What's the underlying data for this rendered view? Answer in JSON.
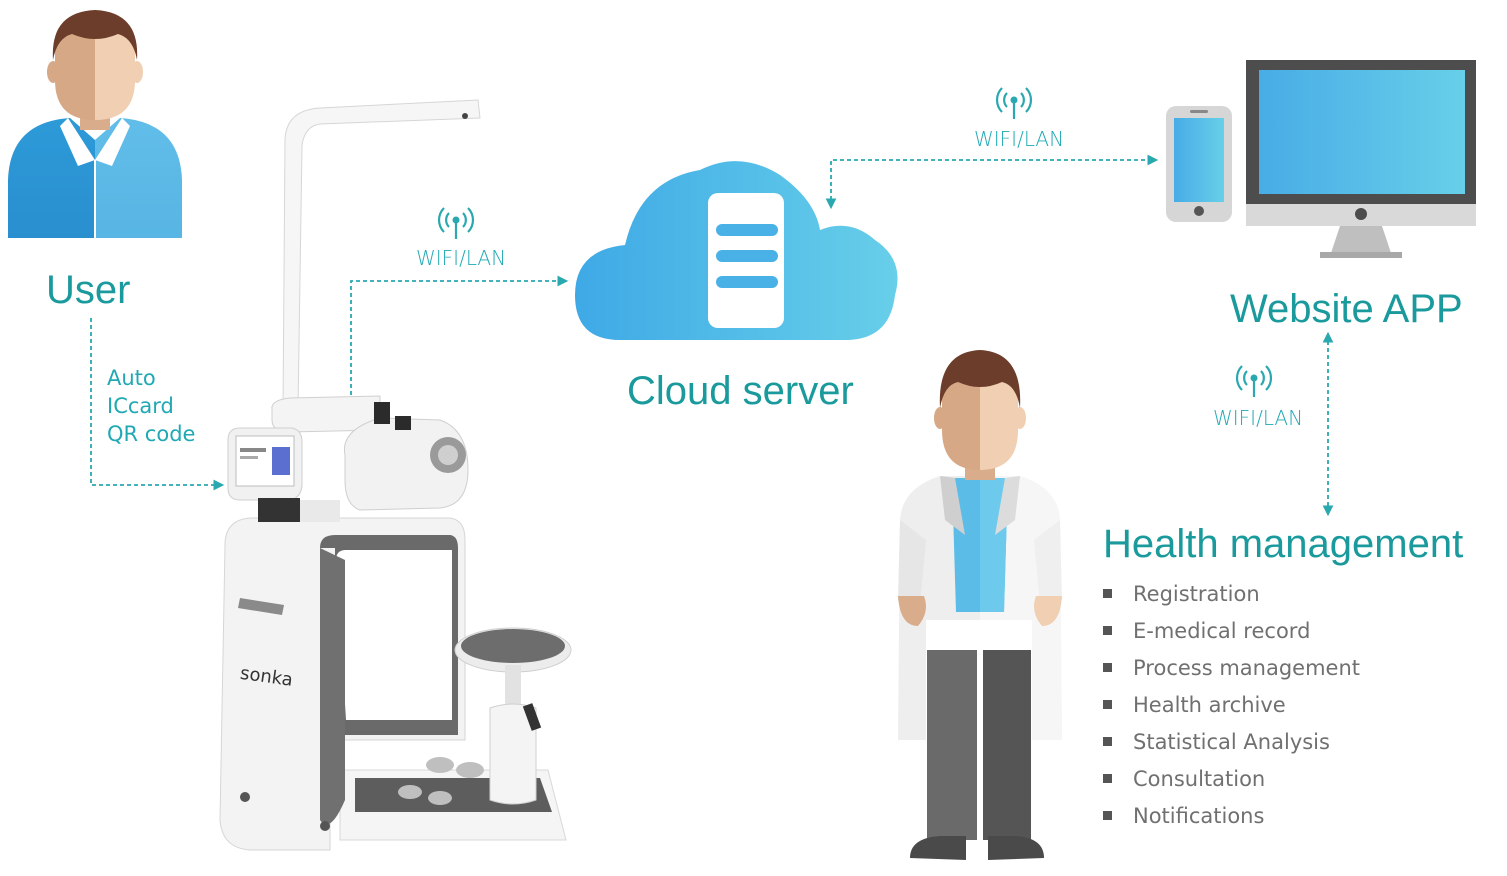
{
  "labels": {
    "user": "User",
    "cloud_server": "Cloud server",
    "website_app": "Website APP",
    "health_management": "Health management"
  },
  "connections": {
    "kiosk_to_cloud": "WIFI/LAN",
    "cloud_to_app": "WIFI/LAN",
    "app_to_health": "WIFI/LAN"
  },
  "identification_methods": [
    "Auto",
    "ICcard",
    "QR code"
  ],
  "device": {
    "brand": "sonka"
  },
  "health_management_items": [
    "Registration",
    "E-medical record",
    "Process management",
    "Health archive",
    "Statistical Analysis",
    "Consultation",
    "Notifications"
  ],
  "colors": {
    "teal_text": "#1a9a9c",
    "connector": "#2aa8b0",
    "blue_light": "#5ec8ea",
    "blue_dark": "#2e9bd8",
    "skin_light": "#f2d2b6",
    "skin_dark": "#e0b898",
    "hair": "#6b3d2a",
    "coat_grey": "#6b6b6b"
  },
  "icons": [
    "user-avatar-icon",
    "wifi-signal-icon",
    "cloud-server-icon",
    "phone-icon",
    "monitor-icon",
    "doctor-icon",
    "health-kiosk-device"
  ]
}
